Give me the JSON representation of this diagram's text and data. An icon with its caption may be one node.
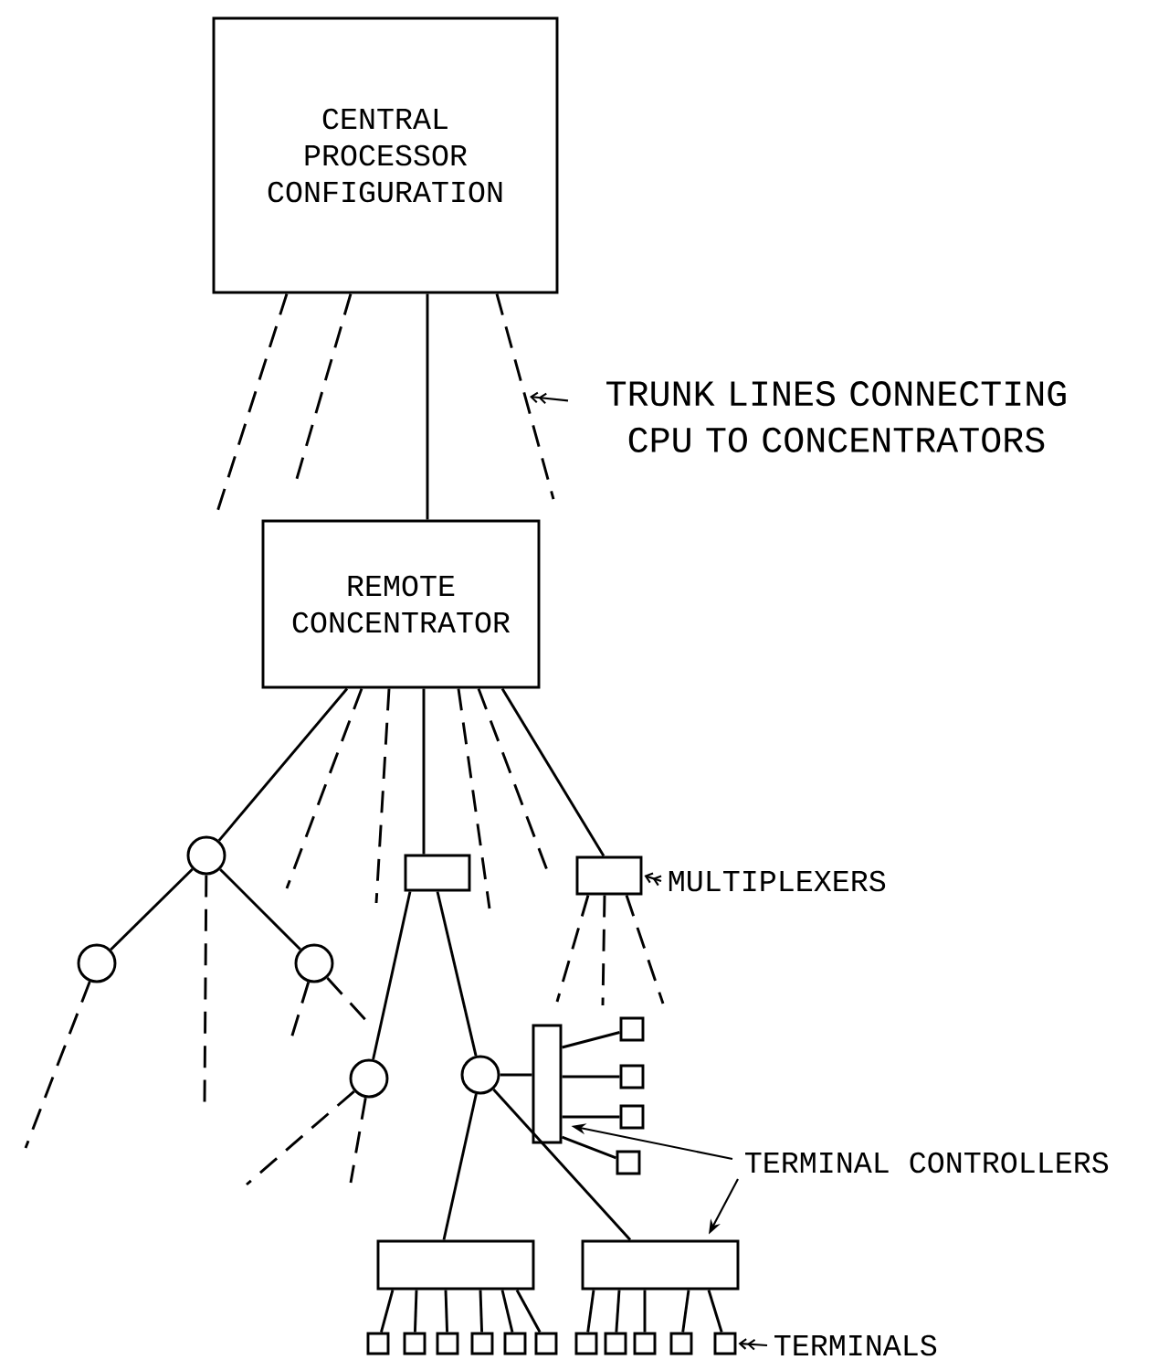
{
  "diagram": {
    "nodes": [
      {
        "text": [
          "CENTRAL PROCESSOR CONFIGURATION"
        ]
      },
      {
        "text": [
          "REMOTE CONCENTRATOR"
        ]
      },
      {
        "text": [],
        "shape": "circle"
      },
      {
        "text": [],
        "shape": "circle"
      },
      {
        "text": [],
        "shape": "circle"
      },
      {
        "text": [],
        "shape": "box"
      },
      {
        "text": [],
        "shape": "box"
      },
      {
        "text": [],
        "shape": "circle"
      },
      {
        "text": [],
        "shape": "circle"
      },
      {
        "text": [],
        "shape": "bar"
      },
      {
        "text": [],
        "shape": "box"
      },
      {
        "text": [],
        "shape": "box"
      },
      {
        "text": [],
        "shape": "box"
      },
      {
        "text": [],
        "shape": "box"
      },
      {
        "text": [],
        "shape": "box"
      },
      {
        "text": [],
        "shape": "box"
      },
      {
        "text": [],
        "shape": "box"
      },
      {
        "text": [],
        "shape": "box"
      },
      {
        "text": [],
        "shape": "box"
      },
      {
        "text": [],
        "shape": "box"
      },
      {
        "text": [],
        "shape": "box"
      },
      {
        "text": [],
        "shape": "box"
      },
      {
        "text": [],
        "shape": "box"
      },
      {
        "text": [],
        "shape": "box"
      },
      {
        "text": [],
        "shape": "box"
      },
      {
        "text": [],
        "shape": "box"
      },
      {
        "text": [],
        "shape": "box"
      },
      {
        "text": [
          "TRUNK LINES CONNECTING CPU TO CONCENTRATORS"
        ]
      },
      {
        "text": [
          "MULTIPLEXERS"
        ]
      },
      {
        "text": [
          "TERMINAL CONTROLLERS"
        ]
      },
      {
        "text": [
          "TERMINALS"
        ]
      }
    ],
    "edges": [
      {
        "from": 0,
        "to": 1,
        "arrow": "none"
      },
      {
        "from": 0,
        "to": null,
        "arrow": "none",
        "style": "dashed"
      },
      {
        "from": 0,
        "to": null,
        "arrow": "none",
        "style": "dashed"
      },
      {
        "from": 0,
        "to": null,
        "arrow": "none",
        "style": "dashed"
      },
      {
        "from": 1,
        "to": 2,
        "arrow": "none"
      },
      {
        "from": 1,
        "to": null,
        "arrow": "none",
        "style": "dashed"
      },
      {
        "from": 1,
        "to": null,
        "arrow": "none",
        "style": "dashed"
      },
      {
        "from": 1,
        "to": 5,
        "arrow": "none"
      },
      {
        "from": 1,
        "to": null,
        "arrow": "none",
        "style": "dashed"
      },
      {
        "from": 1,
        "to": null,
        "arrow": "none",
        "style": "dashed"
      },
      {
        "from": 1,
        "to": 6,
        "arrow": "none"
      },
      {
        "from": 2,
        "to": 3,
        "arrow": "none"
      },
      {
        "from": 2,
        "to": null,
        "arrow": "none",
        "style": "dashed"
      },
      {
        "from": 2,
        "to": 4,
        "arrow": "none"
      },
      {
        "from": 3,
        "to": null,
        "arrow": "none",
        "style": "dashed"
      },
      {
        "from": 4,
        "to": null,
        "arrow": "none",
        "style": "dashed"
      },
      {
        "from": 4,
        "to": null,
        "arrow": "none",
        "style": "dashed"
      },
      {
        "from": 5,
        "to": 7,
        "arrow": "none"
      },
      {
        "from": 5,
        "to": 8,
        "arrow": "none"
      },
      {
        "from": 6,
        "to": null,
        "arrow": "none",
        "style": "dashed"
      },
      {
        "from": 6,
        "to": null,
        "arrow": "none",
        "style": "dashed"
      },
      {
        "from": 6,
        "to": null,
        "arrow": "none",
        "style": "dashed"
      },
      {
        "from": 7,
        "to": null,
        "arrow": "none",
        "style": "dashed"
      },
      {
        "from": 7,
        "to": null,
        "arrow": "none",
        "style": "dashed"
      },
      {
        "from": 8,
        "to": 14,
        "arrow": "none"
      },
      {
        "from": 8,
        "to": 15,
        "arrow": "none"
      },
      {
        "from": 8,
        "to": 9,
        "arrow": "none"
      },
      {
        "from": 9,
        "to": 10,
        "arrow": "none"
      },
      {
        "from": 9,
        "to": 11,
        "arrow": "none"
      },
      {
        "from": 9,
        "to": 12,
        "arrow": "none"
      },
      {
        "from": 9,
        "to": 13,
        "arrow": "none"
      },
      {
        "from": 14,
        "to": 16,
        "arrow": "none"
      },
      {
        "from": 14,
        "to": 17,
        "arrow": "none"
      },
      {
        "from": 14,
        "to": 18,
        "arrow": "none"
      },
      {
        "from": 14,
        "to": 19,
        "arrow": "none"
      },
      {
        "from": 14,
        "to": 20,
        "arrow": "none"
      },
      {
        "from": 14,
        "to": 21,
        "arrow": "none"
      },
      {
        "from": 15,
        "to": 22,
        "arrow": "none"
      },
      {
        "from": 15,
        "to": 23,
        "arrow": "none"
      },
      {
        "from": 15,
        "to": 24,
        "arrow": "none"
      },
      {
        "from": 15,
        "to": 25,
        "arrow": "none"
      },
      {
        "from": 15,
        "to": 26,
        "arrow": "none"
      },
      {
        "from": 27,
        "to": null,
        "arrow": "to"
      },
      {
        "from": 28,
        "to": 6,
        "arrow": "to"
      },
      {
        "from": 29,
        "to": 9,
        "arrow": "to"
      },
      {
        "from": 29,
        "to": 15,
        "arrow": "to"
      },
      {
        "from": 30,
        "to": 26,
        "arrow": "to"
      }
    ]
  }
}
